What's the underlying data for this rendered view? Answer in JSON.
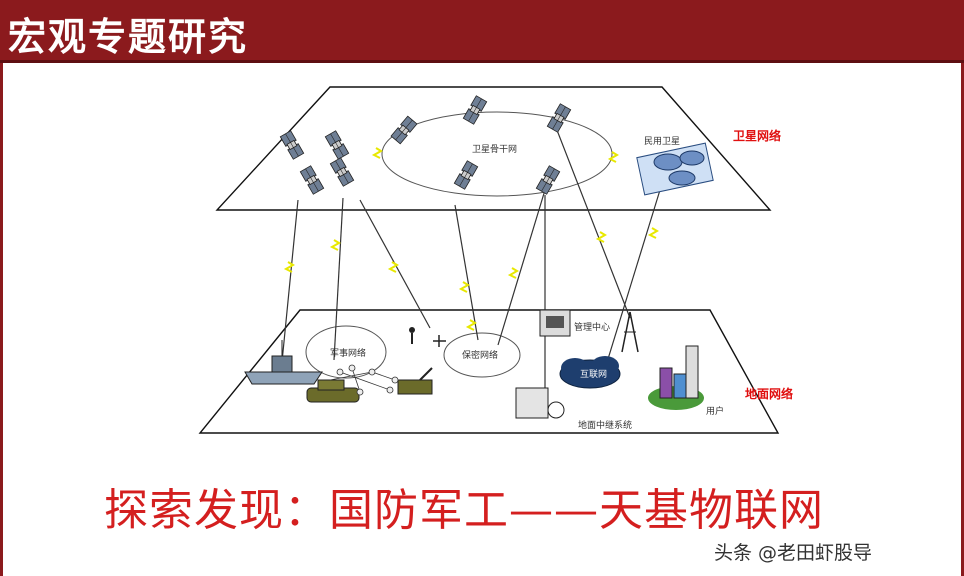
{
  "header": {
    "title": "宏观专题研究"
  },
  "diagram": {
    "layer_labels": {
      "satellite": "卫星网络",
      "ground": "地面网络"
    },
    "node_labels": {
      "backbone": "卫星骨干网",
      "civil_satellite": "民用卫星",
      "military_net": "军事网络",
      "secure_net": "保密网络",
      "management_center": "管理中心",
      "cloud": "互联网",
      "ground_relay": "地面中继系统",
      "user": "用户"
    }
  },
  "caption": {
    "text": "探索发现：国防军工——天基物联网"
  },
  "watermark": {
    "text": "头条 @老田虾股导"
  },
  "colors": {
    "header_bg": "#8b1a1d",
    "caption": "#d41f1f",
    "layer_label": "#e01010",
    "link_bolt": "#e8e800"
  }
}
